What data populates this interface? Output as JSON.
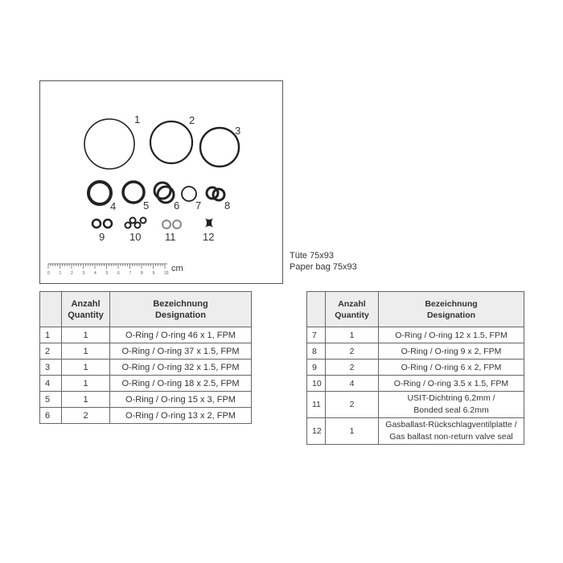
{
  "drawing": {
    "labels": [
      "1",
      "2",
      "3",
      "4",
      "5",
      "6",
      "7",
      "8",
      "9",
      "10",
      "11",
      "12"
    ],
    "ruler": {
      "ticks": [
        "0",
        "1",
        "2",
        "3",
        "4",
        "5",
        "6",
        "7",
        "8",
        "9",
        "10"
      ],
      "unit": "cm"
    }
  },
  "bag": {
    "de": "Tüte 75x93",
    "en": "Paper bag 75x93"
  },
  "headers": {
    "qty": [
      "Anzahl",
      "Quantity"
    ],
    "desc": [
      "Bezeichnung",
      "Designation"
    ]
  },
  "table_left": [
    {
      "no": "1",
      "qty": "1",
      "desc": "O-Ring / O-ring 46 x 1, FPM"
    },
    {
      "no": "2",
      "qty": "1",
      "desc": "O-Ring / O-ring 37 x 1.5, FPM"
    },
    {
      "no": "3",
      "qty": "1",
      "desc": "O-Ring / O-ring 32 x 1.5, FPM"
    },
    {
      "no": "4",
      "qty": "1",
      "desc": "O-Ring / O-ring 18 x 2.5, FPM"
    },
    {
      "no": "5",
      "qty": "1",
      "desc": "O-Ring / O-ring 15 x 3, FPM"
    },
    {
      "no": "6",
      "qty": "2",
      "desc": "O-Ring / O-ring 13 x 2, FPM"
    }
  ],
  "table_right": [
    {
      "no": "7",
      "qty": "1",
      "desc": "O-Ring / O-ring 12 x 1.5, FPM"
    },
    {
      "no": "8",
      "qty": "2",
      "desc": "O-Ring / O-ring 9 x 2, FPM"
    },
    {
      "no": "9",
      "qty": "2",
      "desc": "O-Ring / O-ring 6 x 2, FPM"
    },
    {
      "no": "10",
      "qty": "4",
      "desc": "O-Ring / O-ring 3.5 x 1.5, FPM"
    },
    {
      "no": "11",
      "qty": "2",
      "desc": "USIT-Dichtring 6,2mm /",
      "desc2": "Bonded seal 6.2mm"
    },
    {
      "no": "12",
      "qty": "1",
      "desc": "Gasballast-Rückschlagventilplatte /",
      "desc2": "Gas ballast non-return valve seal"
    }
  ]
}
